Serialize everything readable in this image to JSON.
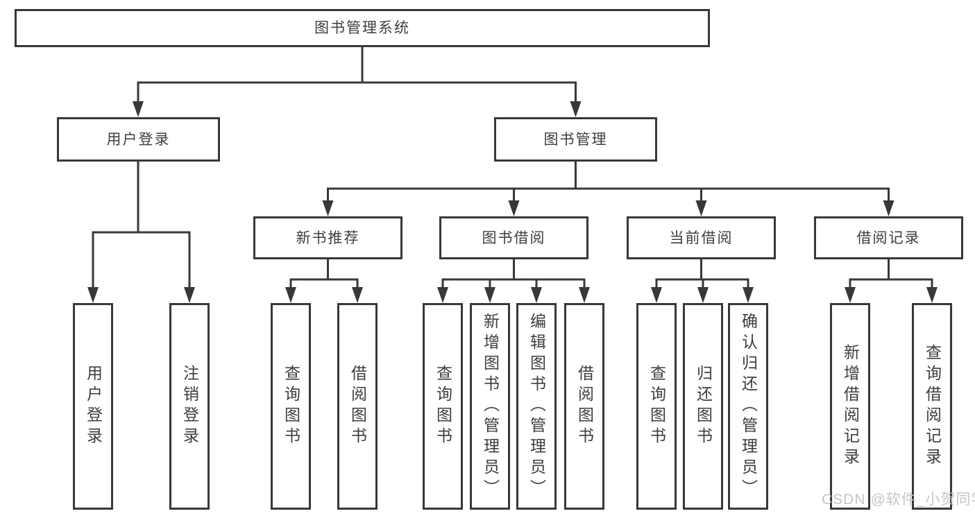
{
  "diagram": {
    "title": "图书管理系统",
    "root": {
      "label": "图书管理系统"
    },
    "level1": {
      "user_login": {
        "label": "用户登录"
      },
      "book_management": {
        "label": "图书管理"
      }
    },
    "level2": {
      "new_book_recommend": {
        "label": "新书推荐"
      },
      "book_borrowing": {
        "label": "图书借阅"
      },
      "current_borrowing": {
        "label": "当前借阅"
      },
      "borrowing_records": {
        "label": "借阅记录"
      }
    },
    "leaves": {
      "user_login_action": {
        "label": "用户登录",
        "parent": "用户登录"
      },
      "logout_action": {
        "label": "注销登录",
        "parent": "用户登录"
      },
      "query_books_recommend": {
        "label": "查询图书",
        "parent": "新书推荐"
      },
      "borrow_books_recommend": {
        "label": "借阅图书",
        "parent": "新书推荐"
      },
      "query_books_borrowing": {
        "label": "查询图书",
        "parent": "图书借阅"
      },
      "add_books_admin": {
        "label": "新增图书（管理员）",
        "parent": "图书借阅"
      },
      "edit_books_admin": {
        "label": "编辑图书（管理员）",
        "parent": "图书借阅"
      },
      "borrow_books_borrowing": {
        "label": "借阅图书",
        "parent": "图书借阅"
      },
      "query_books_current": {
        "label": "查询图书",
        "parent": "当前借阅"
      },
      "return_books": {
        "label": "归还图书",
        "parent": "当前借阅"
      },
      "confirm_return_admin": {
        "label": "确认归还（管理员）",
        "parent": "当前借阅"
      },
      "add_borrowing_record": {
        "label": "新增借阅记录",
        "parent": "借阅记录"
      },
      "query_borrowing_record": {
        "label": "查询借阅记录",
        "parent": "借阅记录"
      }
    }
  },
  "watermark": {
    "text": "CSDN @软件_小贺同学"
  },
  "colors": {
    "line": "#383838",
    "text": "#3d3d3d",
    "background": "#ffffff",
    "watermark": "#c6c6c6"
  }
}
